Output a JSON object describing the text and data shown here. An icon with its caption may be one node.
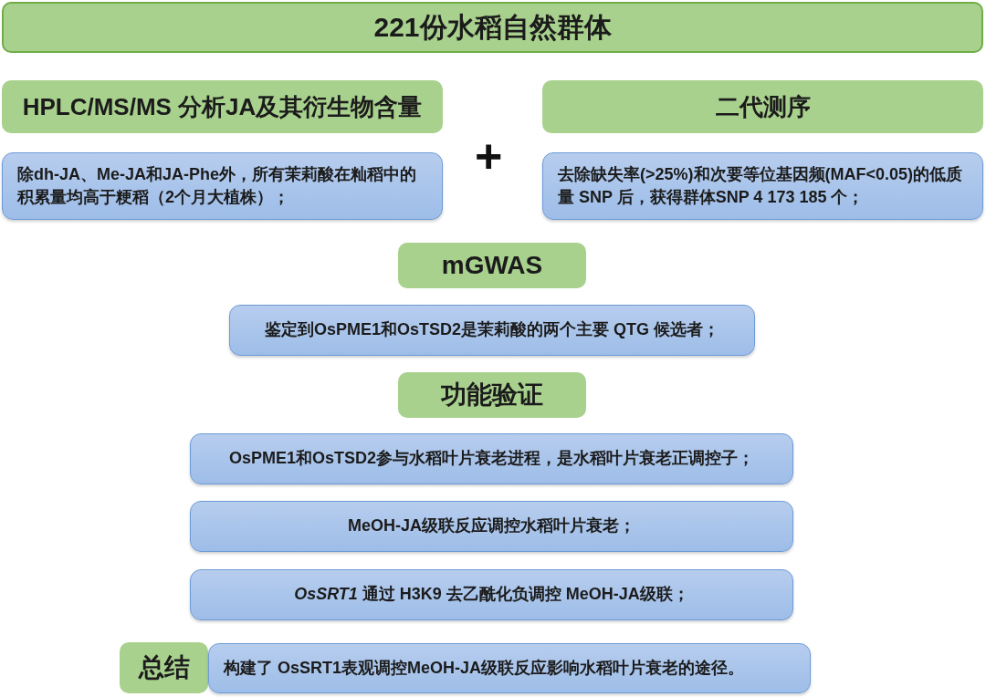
{
  "diagram": {
    "nodes": [
      {
        "text": [
          "221份水稻自然群体"
        ]
      },
      {
        "text": [
          "HPLC/MS/MS 分析JA及其衍生物含量"
        ]
      },
      {
        "text": [
          "除dh-JA、Me-JA和JA-Phe外，所有茉莉酸在籼稻中的积累量均高于粳稻（2个月大植株）；"
        ]
      },
      {
        "text": [
          "二代测序"
        ]
      },
      {
        "text": [
          "去除缺失率(>25%)和次要等位基因频(MAF<0.05)的低质量 SNP 后，获得群体SNP 4 173 185 个；"
        ]
      },
      {
        "text": [
          "mGWAS"
        ]
      },
      {
        "text": [
          "鉴定到OsPME1和OsTSD2是茉莉酸的两个主要 QTG 候选者；"
        ]
      },
      {
        "text": [
          "功能验证"
        ]
      },
      {
        "text": [
          "OsPME1和OsTSD2参与水稻叶片衰老进程，是水稻叶片衰老正调控子；"
        ]
      },
      {
        "text": [
          "MeOH-JA级联反应调控水稻叶片衰老；"
        ]
      },
      {
        "text": [
          "*OsSRT1* 通过 H3K9 去乙酰化负调控 MeOH-JA级联；"
        ]
      },
      {
        "text": [
          "总结"
        ]
      },
      {
        "text": [
          "构建了 OsSRT1表观调控MeOH-JA级联反应影响水稻叶片衰老的途径。"
        ]
      }
    ],
    "labels": [
      "+"
    ]
  }
}
